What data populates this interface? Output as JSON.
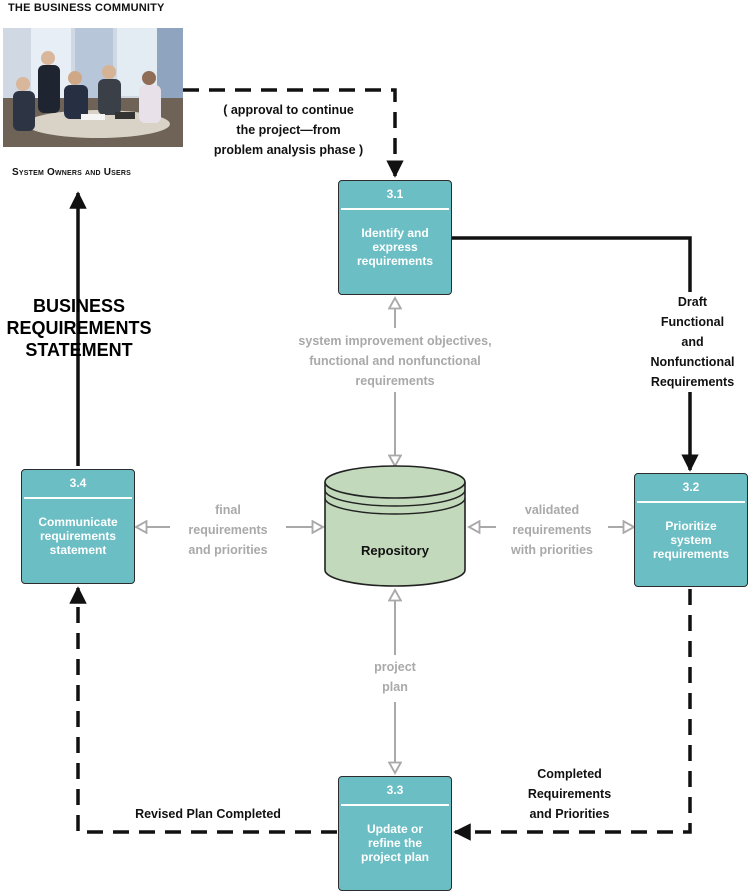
{
  "external_entity": {
    "title": "THE BUSINESS COMMUNITY",
    "label": "System Owners and Users",
    "photo_icon": "business-meeting-photo"
  },
  "business_requirements_statement": "BUSINESS\nREQUIREMENTS\nSTATEMENT",
  "processes": {
    "p31": {
      "id": "3.1",
      "name": "Identify and\nexpress\nrequirements"
    },
    "p32": {
      "id": "3.2",
      "name": "Prioritize\nsystem\nrequirements"
    },
    "p33": {
      "id": "3.3",
      "name": "Update or\nrefine the\nproject plan"
    },
    "p34": {
      "id": "3.4",
      "name": "Communicate\nrequirements\nstatement"
    }
  },
  "data_store": {
    "name": "Repository"
  },
  "flows": {
    "approval": "( approval to continue\nthe project—from\nproblem analysis phase )",
    "draft": "Draft\nFunctional\nand\nNonfunctional\nRequirements",
    "completed": "Completed\nRequirements\nand Priorities",
    "revised": "Revised Plan Completed",
    "objectives": "system improvement objectives,\nfunctional  and nonfunctional\nrequirements",
    "final": "final\nrequirements\nand priorities",
    "validated": "validated\nrequirements\nwith priorities",
    "project_plan": "project\nplan"
  },
  "colors": {
    "process_fill": "#6bbec4",
    "repository_fill": "#c2d9bb",
    "gray_flow": "#a9a9a9",
    "black_flow": "#111111"
  }
}
